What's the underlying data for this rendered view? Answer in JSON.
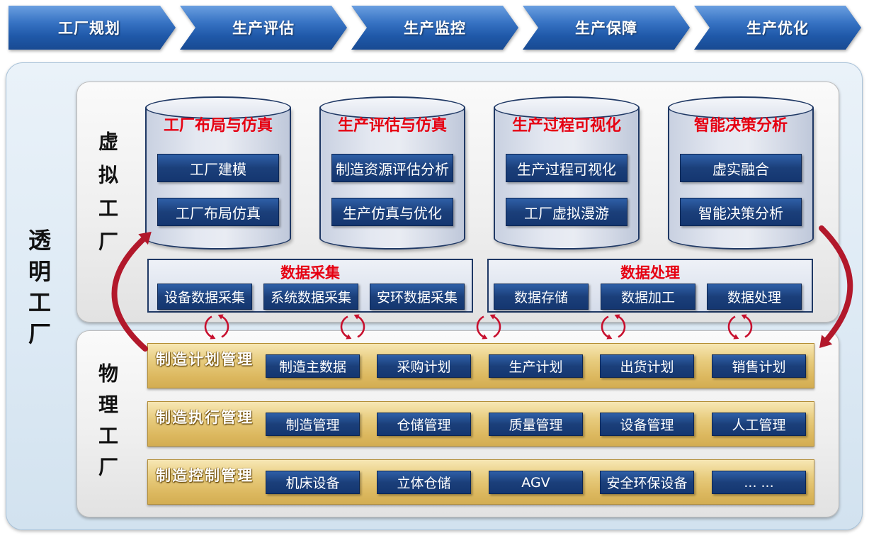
{
  "process_steps": [
    "工厂规划",
    "生产评估",
    "生产监控",
    "生产保障",
    "生产优化"
  ],
  "transparent_factory": {
    "label": "透明工厂"
  },
  "virtual_factory": {
    "label": "虚拟工厂",
    "modules": [
      {
        "title": "工厂布局与仿真",
        "items": [
          "工厂建模",
          "工厂布局仿真"
        ]
      },
      {
        "title": "生产评估与仿真",
        "items": [
          "制造资源评估分析",
          "生产仿真与优化"
        ]
      },
      {
        "title": "生产过程可视化",
        "items": [
          "生产过程可视化",
          "工厂虚拟漫游"
        ]
      },
      {
        "title": "智能决策分析",
        "items": [
          "虚实融合",
          "智能决策分析"
        ]
      }
    ],
    "data_collection": {
      "title": "数据采集",
      "items": [
        "设备数据采集",
        "系统数据采集",
        "安环数据采集"
      ]
    },
    "data_processing": {
      "title": "数据处理",
      "items": [
        "数据存储",
        "数据加工",
        "数据处理"
      ]
    }
  },
  "physical_factory": {
    "label": "物理工厂",
    "layers": [
      {
        "title": "制造计划管理",
        "items": [
          "制造主数据",
          "采购计划",
          "生产计划",
          "出货计划",
          "销售计划"
        ]
      },
      {
        "title": "制造执行管理",
        "items": [
          "制造管理",
          "仓储管理",
          "质量管理",
          "设备管理",
          "人工管理"
        ]
      },
      {
        "title": "制造控制管理",
        "items": [
          "机床设备",
          "立体仓储",
          "AGV",
          "安全环保设备",
          "... ..."
        ]
      }
    ]
  },
  "colors": {
    "title_red": "#e60012",
    "node_navy": "#1b3f7a",
    "layer_gold": "#dcb85f",
    "arrow_red": "#b2182b",
    "line_navy": "#1f3864"
  }
}
